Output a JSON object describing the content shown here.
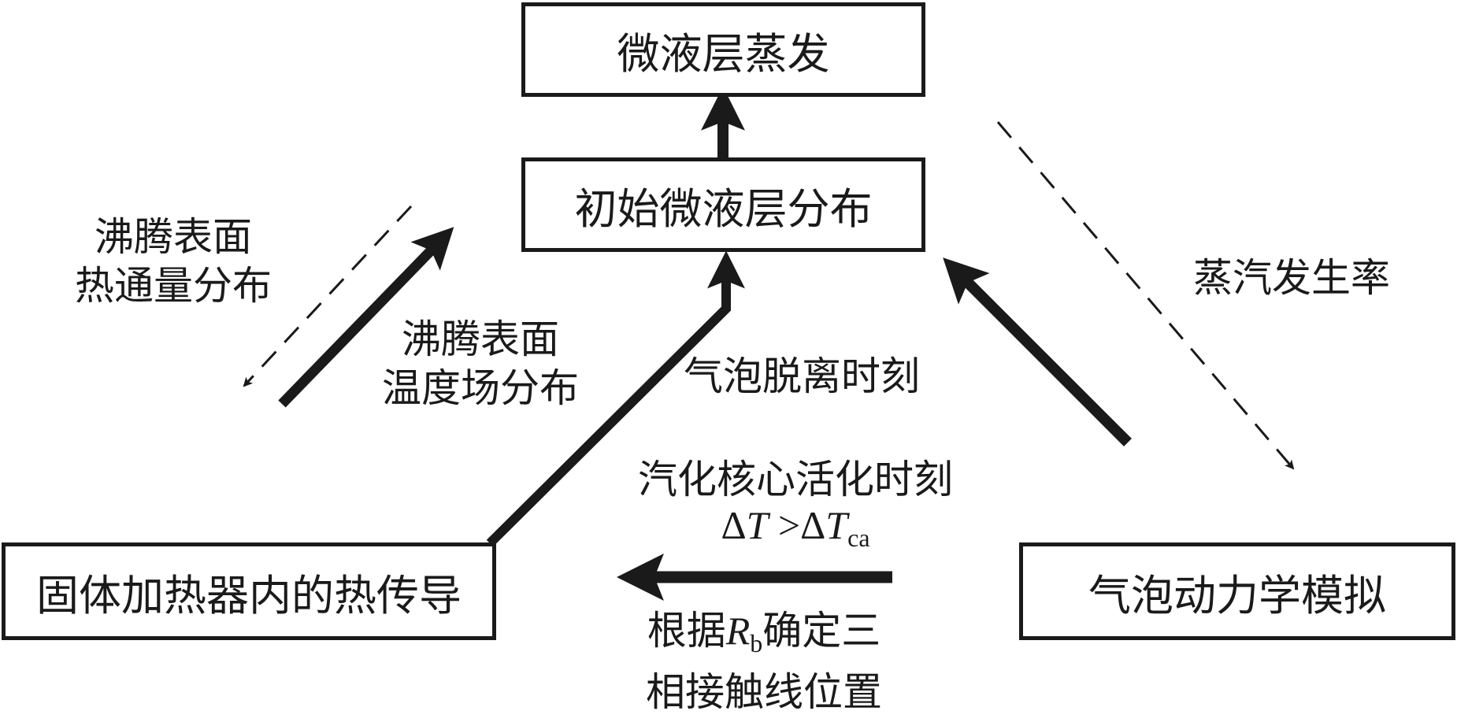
{
  "nodes": {
    "microlayer_evaporation": "微液层蒸发",
    "initial_microlayer": "初始微液层分布",
    "solid_heater_conduction": "固体加热器内的热传导",
    "bubble_dynamics": "气泡动力学模拟"
  },
  "labels": {
    "heat_flux_line1": "沸腾表面",
    "heat_flux_line2": "热通量分布",
    "temp_field_line1": "沸腾表面",
    "temp_field_line2": "温度场分布",
    "bubble_departure": "气泡脱离时刻",
    "vapor_generation": "蒸汽发生率",
    "nucleation_activation": "汽化核心活化时刻",
    "condition_delta": "Δ",
    "condition_T": "T",
    "condition_gt": " >Δ",
    "condition_T2": "T",
    "condition_sub": "ca",
    "contact_line_part1": "根据",
    "contact_line_R": "R",
    "contact_line_sub": "b",
    "contact_line_part2": "确定三",
    "contact_line_line2": "相接触线位置"
  },
  "colors": {
    "ink": "#1a1a1a",
    "background": "#ffffff"
  }
}
